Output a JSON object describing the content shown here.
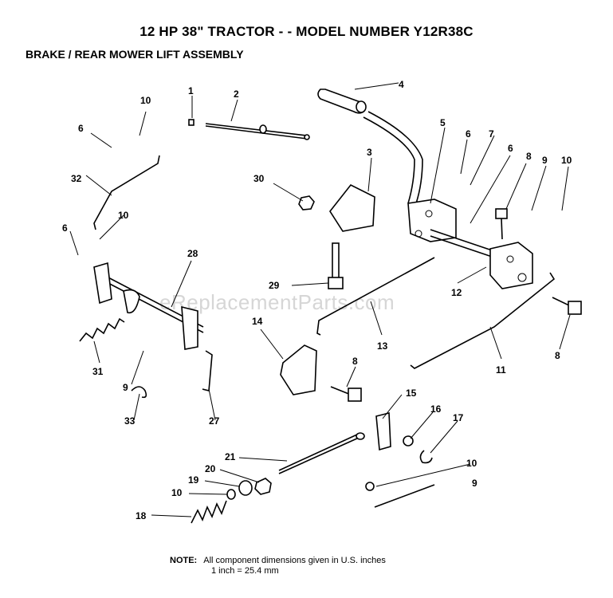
{
  "title": "12 HP 38\" TRACTOR - - MODEL NUMBER Y12R38C",
  "subtitle": "BRAKE / REAR MOWER LIFT ASSEMBLY",
  "watermark": "eReplacementParts.com",
  "note": {
    "heading": "NOTE:",
    "line1": "All component dimensions given in U.S. inches",
    "line2": "1 inch = 25.4 mm"
  },
  "callouts": [
    "1",
    "2",
    "3",
    "4",
    "5",
    "6",
    "6",
    "6",
    "6",
    "7",
    "8",
    "8",
    "8",
    "9",
    "9",
    "9",
    "10",
    "10",
    "10",
    "10",
    "10",
    "11",
    "12",
    "13",
    "14",
    "15",
    "16",
    "17",
    "18",
    "19",
    "20",
    "21",
    "27",
    "28",
    "29",
    "30",
    "31",
    "32",
    "33"
  ]
}
